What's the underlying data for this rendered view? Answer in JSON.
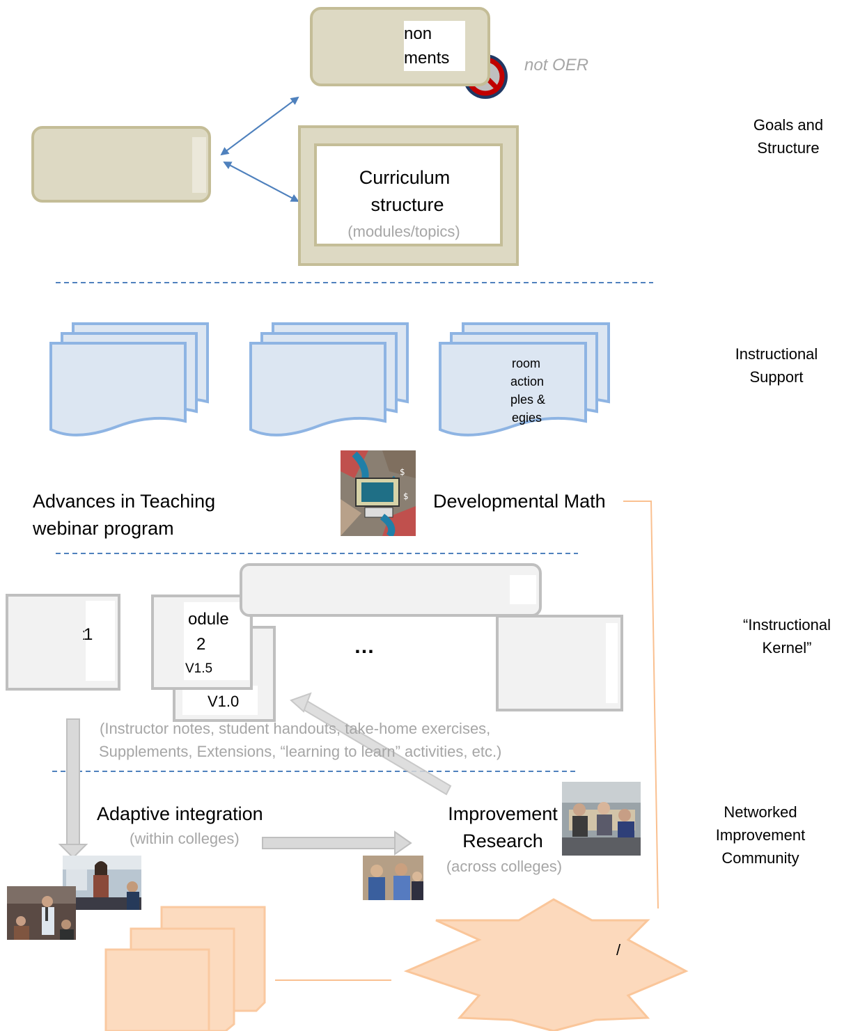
{
  "side_labels": {
    "goals": "Goals and\nStructure",
    "instructional_support": "Instructional\nSupport",
    "kernel": "“Instructional\nKernel”",
    "nic": "Networked\nImprovement\nCommunity"
  },
  "goals_section": {
    "standards_line1": "non",
    "standards_line2": "ments",
    "not_oer": "not OER",
    "curriculum_line1": "Curriculum",
    "curriculum_line2": "structure",
    "curriculum_sub": "(modules/topics)"
  },
  "support_section": {
    "doc3_lines": [
      "room",
      "action",
      "ples &",
      "egies"
    ],
    "webinar_line1": "Advances in Teaching",
    "webinar_line2": "webinar program",
    "dev_math": "Developmental Math"
  },
  "kernel_section": {
    "module1": "1",
    "module2_line1": "odule",
    "module2_line2": "2",
    "module2_version": "V1.5",
    "module2_back_version": "V1.0",
    "ellipsis": "…",
    "notes_line1": "(Instructor notes, student handouts, take-home exercises,",
    "notes_line2": "Supplements, Extensions,  “learning to learn” activities, etc.)"
  },
  "nic_section": {
    "adaptive": "Adaptive integration",
    "adaptive_sub": "(within colleges)",
    "improvement_line1": "Improvement",
    "improvement_line2": "Research",
    "improvement_sub": "(across colleges)",
    "star_char": "/"
  },
  "colors": {
    "tan_fill": "#ddd9c3",
    "tan_border": "#c4bd97",
    "doc_fill": "#dce6f2",
    "doc_border": "#8eb4e3",
    "divider": "#4f81bd",
    "peach_fill": "#fcd5b5",
    "peach_border": "#fac090",
    "grey_border": "#bfbfbf"
  }
}
